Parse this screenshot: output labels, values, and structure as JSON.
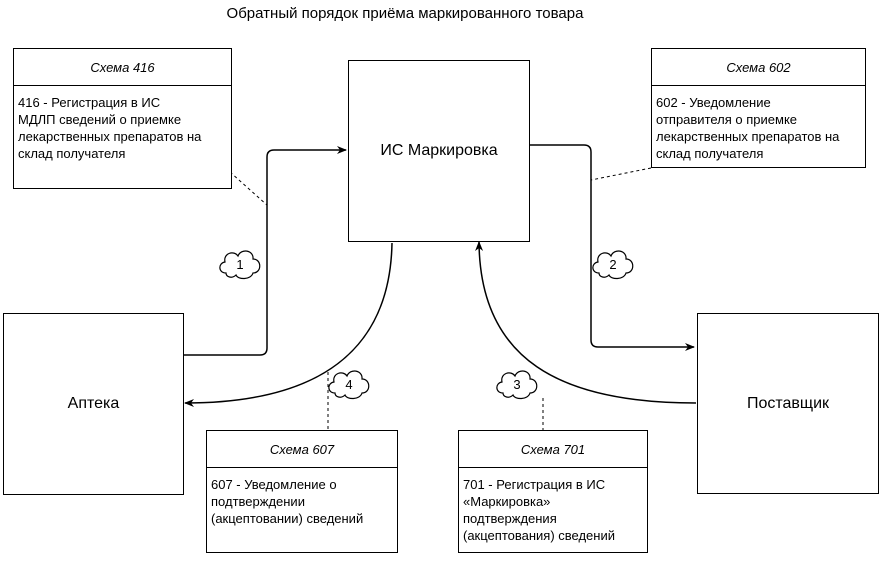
{
  "title": "Обратный порядок приёма маркированного товара",
  "nodes": {
    "is_marking": "ИС Маркировка",
    "pharmacy": "Аптека",
    "supplier": "Поставщик"
  },
  "notes": {
    "s416": {
      "head": "Схема 416",
      "body": "416 - Регистрация в ИС\nМДЛП сведений о приемке\nлекарственных препаратов на\nсклад получателя"
    },
    "s602": {
      "head": "Схема 602",
      "body": "602 - Уведомление\nотправителя о приемке\nлекарственных препаратов на\nсклад получателя"
    },
    "s607": {
      "head": "Схема 607",
      "body": "607 - Уведомление о\nподтверждении\n(акцептовании) сведений"
    },
    "s701": {
      "head": "Схема 701",
      "body": "701 - Регистрация в ИС\n«Маркировка»\nподтверждения\n(акцептования) сведений"
    }
  },
  "steps": [
    "1",
    "2",
    "3",
    "4"
  ]
}
